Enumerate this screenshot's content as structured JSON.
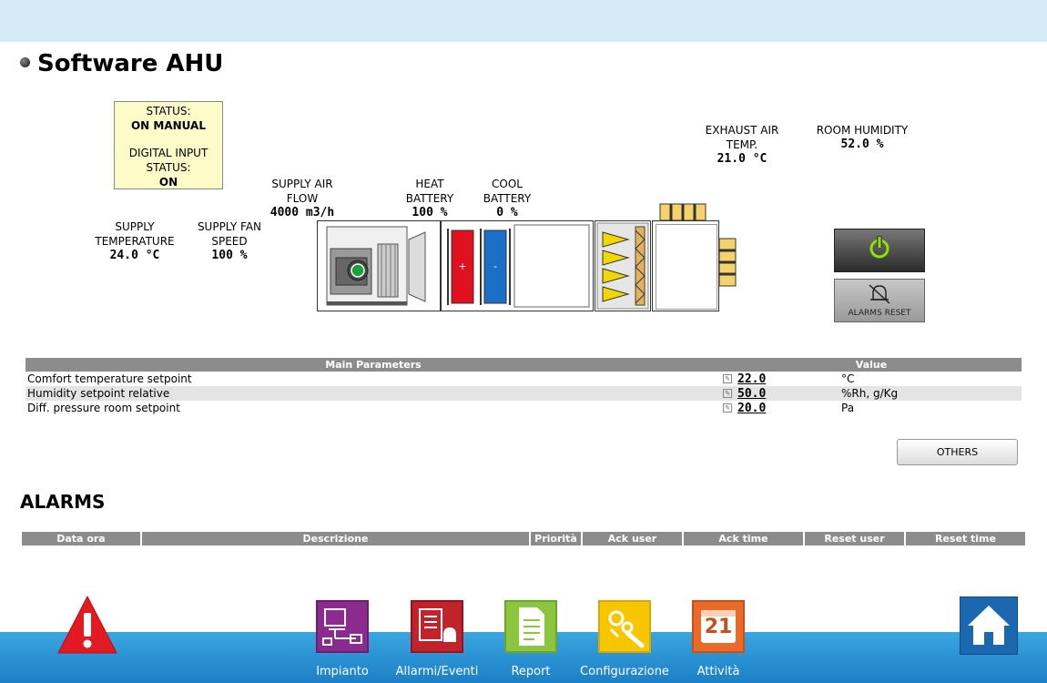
{
  "page": {
    "title": "Software AHU"
  },
  "status": {
    "status_label": "STATUS:",
    "status_value": "ON MANUAL",
    "di_label_1": "DIGITAL INPUT",
    "di_label_2": "STATUS:",
    "di_value": "ON"
  },
  "readings": {
    "supply_temp": {
      "l1": "SUPPLY",
      "l2": "TEMPERATURE",
      "value": "24.0 °C"
    },
    "supply_fan": {
      "l1": "SUPPLY FAN",
      "l2": "SPEED",
      "value": "100 %"
    },
    "supply_flow": {
      "l1": "SUPPLY AIR",
      "l2": "FLOW",
      "value": "4000 m3/h"
    },
    "heat_battery": {
      "l1": "HEAT",
      "l2": "BATTERY",
      "value": "100 %"
    },
    "cool_battery": {
      "l1": "COOL",
      "l2": "BATTERY",
      "value": "0 %"
    },
    "exhaust_temp": {
      "l1": "EXHAUST AIR",
      "l2": "TEMP.",
      "value": "21.0 °C"
    },
    "room_humidity": {
      "l1": "ROOM HUMIDITY",
      "value": "52.0 %"
    }
  },
  "buttons": {
    "alarms_reset": "ALARMS RESET",
    "others": "OTHERS"
  },
  "params": {
    "headers": [
      "Main Parameters",
      "Value"
    ],
    "rows": [
      {
        "name": "Comfort temperature setpoint",
        "value": "22.0",
        "unit": "°C"
      },
      {
        "name": "Humidity setpoint relative",
        "value": "50.0",
        "unit": "%Rh, g/Kg"
      },
      {
        "name": "Diff. pressure room setpoint",
        "value": "20.0",
        "unit": "Pa"
      }
    ]
  },
  "alarms": {
    "title": "ALARMS",
    "headers": [
      "Data ora",
      "Descrizione",
      "Priorità",
      "Ack user",
      "Ack time",
      "Reset user",
      "Reset time"
    ]
  },
  "nav": {
    "impianto": "Impianto",
    "allarmi": "Allarmi/Eventi",
    "report": "Report",
    "config": "Configurazione",
    "attivita": "Attività",
    "calendar_day": "21"
  },
  "colors": {
    "heat": "#e0101e",
    "cool": "#1a6fc9",
    "power_icon": "#8fe000",
    "status_box": "#fdfcc8"
  }
}
